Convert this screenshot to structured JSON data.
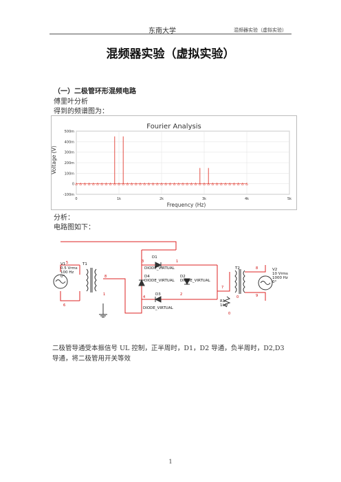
{
  "header": {
    "left": "东南大学",
    "right": "混频器实验（虚拟实验）"
  },
  "title": "混频器实验（虚拟实验）",
  "section1": {
    "heading": "（一）二极管环形混频电路"
  },
  "text": {
    "fourier": "傅里叶分析",
    "spectrum_intro": "得到的频谱图为：",
    "analysis": "分析：",
    "circuit_intro": "电路图如下：",
    "paragraph": "二极管导通受本振信号 UL 控制，正半周时，D1，D2 导通，负半周时，D2,D3 导通，将二极管用开关等效"
  },
  "chart_data": {
    "type": "bar",
    "title": "Fourier Analysis",
    "xlabel": "Frequency (Hz)",
    "ylabel": "Voltage (V)",
    "xlim": [
      0,
      5000
    ],
    "ylim": [
      -100,
      500
    ],
    "x_ticks": [
      "0",
      "1k",
      "2k",
      "3k",
      "4k",
      "5k"
    ],
    "y_ticks": [
      "500m",
      "400m",
      "300m",
      "200m",
      "100m",
      "0",
      "-100m"
    ],
    "x": [
      900,
      1100,
      2900,
      3100
    ],
    "values": [
      450,
      450,
      150,
      150
    ],
    "marker_x": [
      0,
      100,
      200,
      300,
      400,
      500,
      600,
      700,
      800,
      900,
      1000,
      1100,
      1200,
      1300,
      1400,
      1500,
      1600,
      1700,
      1800,
      1900,
      2000,
      2100,
      2200,
      2300,
      2400,
      2500,
      2600,
      2700,
      2800,
      2900,
      3000,
      3100,
      3200,
      3300,
      3400,
      3500,
      3600,
      3700,
      3800,
      3900,
      4000
    ],
    "color": "#e03a2f"
  },
  "circuit": {
    "labels": {
      "v1": "V1",
      "v1_amp": "0.5 Vrms",
      "v1_freq": "100 Hz",
      "v1_phase": "0°",
      "t1": "T1",
      "t2": "T2",
      "v2": "V2",
      "v2_amp": "10 Vrms",
      "v2_freq": "1000 Hz",
      "v2_phase": "0°",
      "d1": "D1",
      "d1_model": "DIODE_VIRTUAL",
      "d2": "D2",
      "d2_model": "DIODE_VIRTUAL",
      "d3": "D3",
      "d3_model": "DIODE_VIRTUAL",
      "d4": "D4",
      "d4_model": "DIODE_VIRTUAL",
      "r1": "R1",
      "r1_val": "1kΩ"
    },
    "nodes": [
      "5",
      "6",
      "8",
      "3",
      "1",
      "2",
      "4",
      "7",
      "8",
      "9",
      "0",
      "1",
      "0"
    ]
  },
  "footer": {
    "page": "1"
  }
}
